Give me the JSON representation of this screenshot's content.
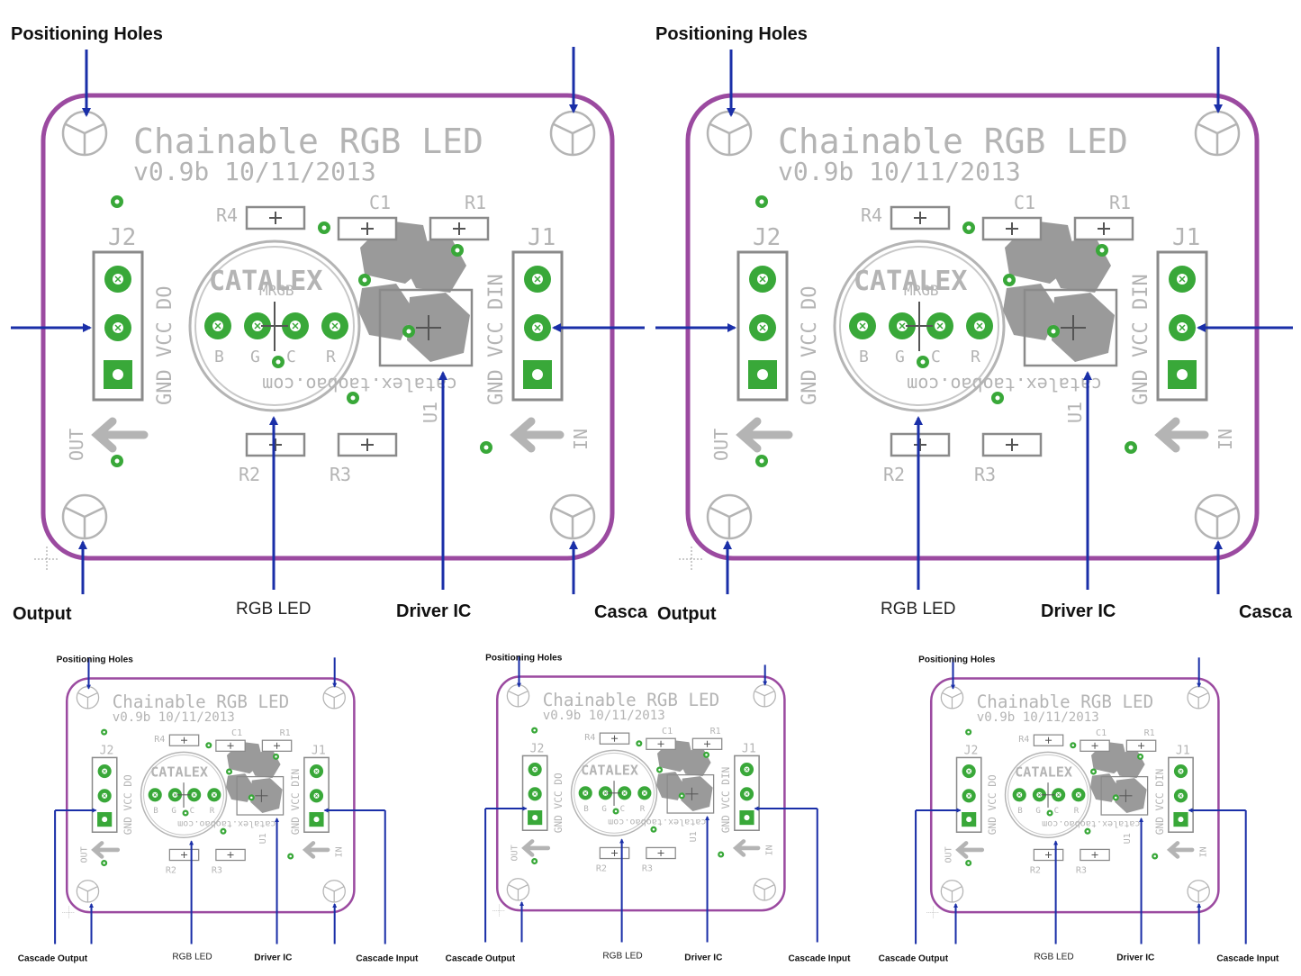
{
  "board": {
    "title": "Chainable RGB LED",
    "version": "v0.9b 10/11/2013",
    "ref_j2": "J2",
    "ref_j1": "J1",
    "ref_r1": "R1",
    "ref_r2": "R2",
    "ref_r3": "R3",
    "ref_r4": "R4",
    "ref_c1": "C1",
    "ref_u1": "U1",
    "pins_left": "GND VCC DO",
    "pins_right": "GND VCC DIN",
    "led_letters": [
      "B",
      "G",
      "C",
      "R"
    ],
    "logo": "CATALEX",
    "sublogo": "MRGB",
    "url": "catalex.taobao.com",
    "out_label": "OUT",
    "in_label": "IN"
  },
  "labels": {
    "positioning_holes": "Positioning Holes",
    "output": "Output",
    "rgb_led": "RGB LED",
    "driver_ic": "Driver IC",
    "casca": "Casca",
    "cascade_output": "Cascade Output",
    "cascade_input": "Cascade Input",
    "positioning_holes_cut": "Positioning Holes"
  },
  "colors": {
    "outline": "#9b4aa0",
    "arrow": "#1a2fa8",
    "silk": "#b4b4b4",
    "pad": "#39a839",
    "shade": "#9a9a9a"
  }
}
